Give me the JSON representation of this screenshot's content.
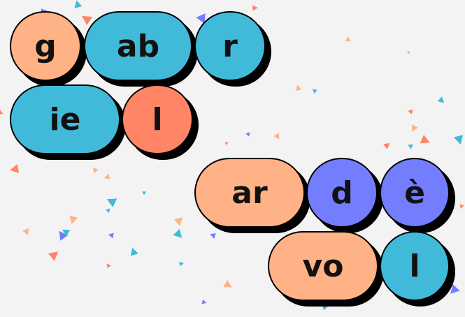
{
  "colors": {
    "background": "#f4f3f3",
    "peach": "#ffb285",
    "blue": "#41bada",
    "coral": "#ff8566",
    "violet": "#737dfe",
    "shadow": "#000000"
  },
  "syllable_groups": [
    {
      "name": "first-name",
      "rows": [
        [
          {
            "text": "g",
            "color": "peach"
          },
          {
            "text": "ab",
            "color": "blue"
          },
          {
            "text": "r",
            "color": "blue"
          }
        ],
        [
          {
            "text": "ie",
            "color": "blue"
          },
          {
            "text": "l",
            "color": "coral"
          }
        ]
      ]
    },
    {
      "name": "last-name",
      "rows": [
        [
          {
            "text": "ar",
            "color": "peach"
          },
          {
            "text": "d",
            "color": "violet"
          },
          {
            "text": "è",
            "color": "violet"
          }
        ],
        [
          {
            "text": "vo",
            "color": "peach"
          },
          {
            "text": "l",
            "color": "blue"
          }
        ]
      ]
    }
  ]
}
